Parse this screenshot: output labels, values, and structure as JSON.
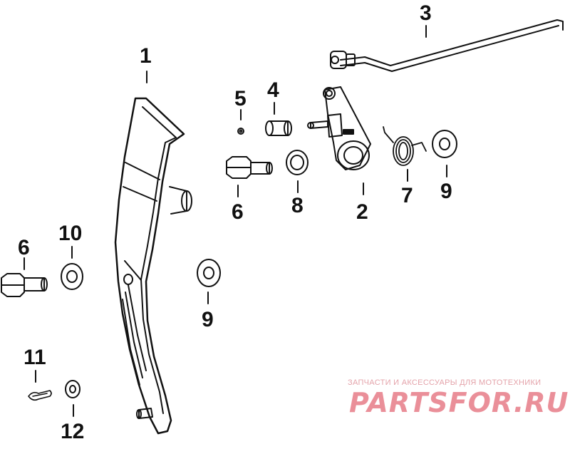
{
  "diagram": {
    "callouts": [
      {
        "key": "c1",
        "label": "1"
      },
      {
        "key": "c2",
        "label": "2"
      },
      {
        "key": "c3",
        "label": "3"
      },
      {
        "key": "c4",
        "label": "4"
      },
      {
        "key": "c5",
        "label": "5"
      },
      {
        "key": "c6a",
        "label": "6"
      },
      {
        "key": "c6b",
        "label": "6"
      },
      {
        "key": "c7",
        "label": "7"
      },
      {
        "key": "c8",
        "label": "8"
      },
      {
        "key": "c9a",
        "label": "9"
      },
      {
        "key": "c9b",
        "label": "9"
      },
      {
        "key": "c10",
        "label": "10"
      },
      {
        "key": "c11",
        "label": "11"
      },
      {
        "key": "c12",
        "label": "12"
      }
    ]
  },
  "watermark": {
    "tagline": "ЗАПЧАСТИ И АКСЕССУАРЫ ДЛЯ МОТОТЕХНИКИ",
    "brand": "PARTSFOR.RU"
  }
}
